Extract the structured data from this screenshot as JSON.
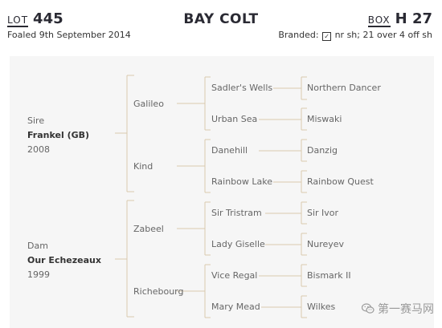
{
  "header": {
    "lot_label": "LOT",
    "lot_number": "445",
    "foaled": "Foaled 9th September 2014",
    "title": "BAY COLT",
    "box_label": "BOX",
    "box_number": "H 27",
    "branded_prefix": "Branded:",
    "branded_check": "✓",
    "branded_rest": "nr sh; 21 over 4 off sh"
  },
  "sire": {
    "label": "Sire",
    "name": "Frankel (GB)",
    "year": "2008"
  },
  "dam": {
    "label": "Dam",
    "name": "Our Echezeaux",
    "year": "1999"
  },
  "gen2": [
    "Galileo",
    "Kind",
    "Zabeel",
    "Richebourg"
  ],
  "gen3": [
    "Sadler's Wells",
    "Urban Sea",
    "Danehill",
    "Rainbow Lake",
    "Sir Tristram",
    "Lady Giselle",
    "Vice Regal",
    "Mary Mead"
  ],
  "gen4": [
    "Northern Dancer",
    "Miswaki",
    "Danzig",
    "Rainbow Quest",
    "Sir Ivor",
    "Nureyev",
    "Bismark II",
    "Wilkes"
  ],
  "watermark": "第一赛马网"
}
